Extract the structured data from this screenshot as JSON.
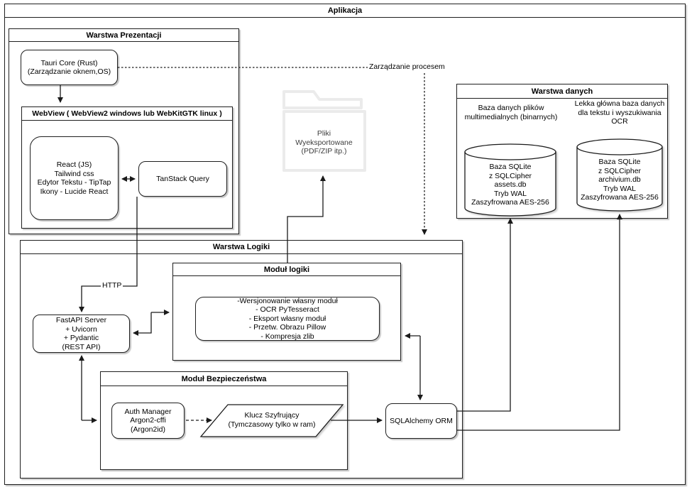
{
  "app": {
    "title": "Aplikacja"
  },
  "presentation": {
    "title": "Warstwa Prezentacji",
    "tauri": "Tauri Core (Rust)\n(Zarządzanie oknem,OS)",
    "webview": {
      "title": "WebView ( WebView2 windows  lub WebKitGTK linux )",
      "react": "React (JS)\nTailwind css\nEdytor Tekstu - TipTap\nIkony - Lucide React",
      "tanstack": "TanStack Query"
    }
  },
  "export_folder": {
    "label": "Pliki\nWyeksportowane\n(PDF/ZIP itp.)"
  },
  "labels": {
    "process": "Zarządzanie procesem",
    "http": "HTTP"
  },
  "logic": {
    "title": "Warstwa Logiki",
    "logic_module": {
      "title": "Moduł logiki",
      "content": "-Wersjonowanie własny moduł\n- OCR PyTesseract\n- Eksport własny moduł\n- Przetw. Obrazu Pillow\n- Kompresja zlib"
    },
    "fastapi": "FastAPI Server\n+ Uvicorn\n+ Pydantic\n(REST API)",
    "security_module": {
      "title": "Moduł Bezpieczeństwa",
      "auth": "Auth Manager\nArgon2-cffi\n(Argon2id)",
      "key": "Klucz Szyfrujący\n(Tymczasowy tylko w ram)"
    },
    "orm": "SQLAlchemy ORM"
  },
  "data_layer": {
    "title": "Warstwa danych",
    "db1_label": "Baza danych plików\nmultimedialnych  (binarnych)",
    "db1": "Baza SQLite\nz SQLCipher\nassets.db\nTryb WAL\nZaszyfrowana AES-256",
    "db2_label": "Lekka główna baza danych\ndla tekstu i wyszukiwania\nOCR",
    "db2": "Baza SQLite\nz SQLCipher\narchivium.db\nTryb WAL\nZaszyfrowana AES-256"
  },
  "colors": {
    "line": "#1a1a1a",
    "border": "#1f1f1f",
    "folder_stroke": "#ebebeb",
    "folder_text": "#3d3d3d",
    "background": "#ffffff"
  }
}
